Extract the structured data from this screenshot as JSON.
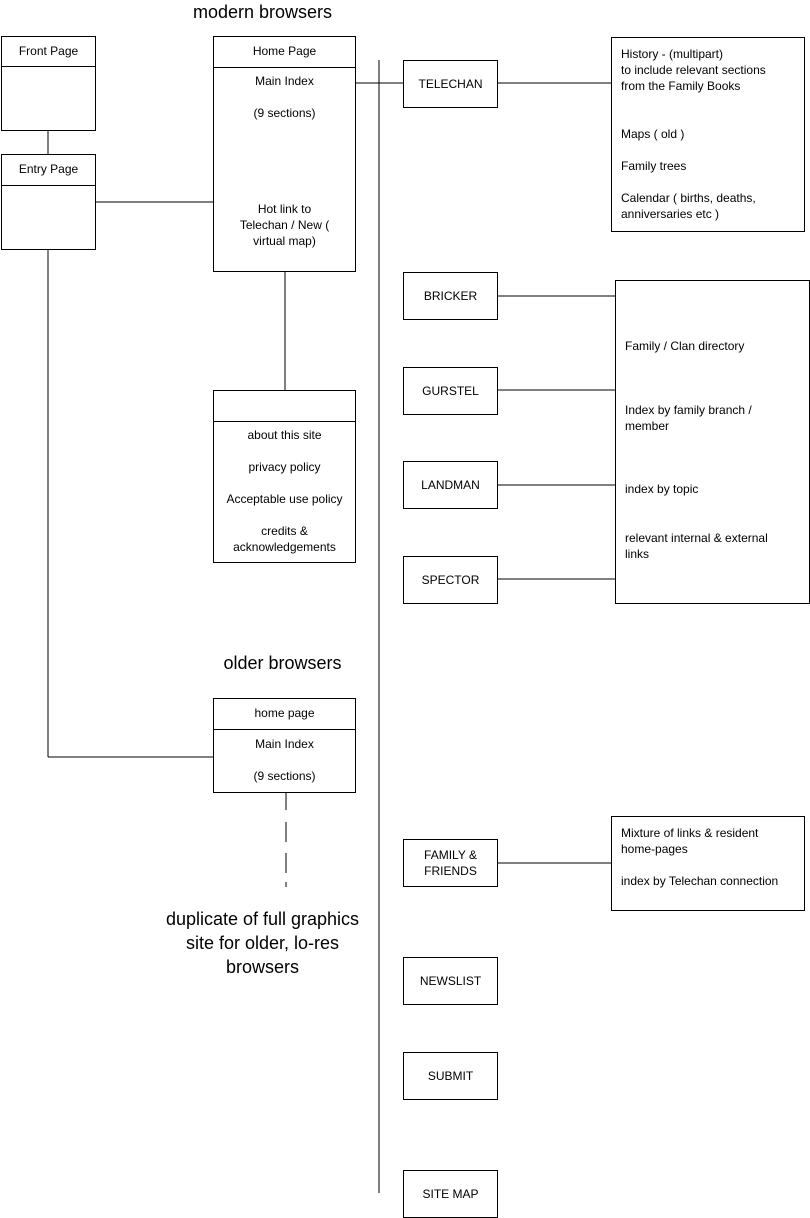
{
  "headings": {
    "modern": "modern browsers",
    "older": "older browsers",
    "duplicate": "duplicate of full graphics\nsite for older, lo-res\nbrowsers"
  },
  "front_page": {
    "title": "Front Page"
  },
  "entry_page": {
    "title": "Entry Page"
  },
  "home_page": {
    "title": "Home Page",
    "main_index": "Main Index",
    "sections": "(9 sections)",
    "hot_link": "Hot link to\nTelechan / New (\nvirtual map)"
  },
  "info_box": {
    "items": [
      "about this site",
      "privacy policy",
      "Acceptable use policy",
      "credits &\nacknowledgements"
    ]
  },
  "older_home": {
    "title": "home page",
    "main_index": "Main Index",
    "sections": "(9 sections)"
  },
  "nav": {
    "telechan": "TELECHAN",
    "bricker": "BRICKER",
    "gurstel": "GURSTEL",
    "landman": "LANDMAN",
    "spector": "SPECTOR",
    "family_friends": "FAMILY &\nFRIENDS",
    "newslist": "NEWSLIST",
    "submit": "SUBMIT",
    "site_map": "SITE MAP"
  },
  "telechan_box": {
    "history": "History - (multipart)\nto include relevant sections\nfrom the Family Books",
    "maps": "Maps ( old )",
    "trees": "Family trees",
    "calendar": "Calendar ( births, deaths,\nanniversaries etc )"
  },
  "family_box": {
    "directory": "Family / Clan directory",
    "index_branch": "Index by family branch /\nmember",
    "index_topic": "index by topic",
    "links": "relevant internal & external\nlinks"
  },
  "friends_box": {
    "mixture": "Mixture of links & resident\nhome-pages",
    "index_telechan": "index by Telechan connection"
  }
}
